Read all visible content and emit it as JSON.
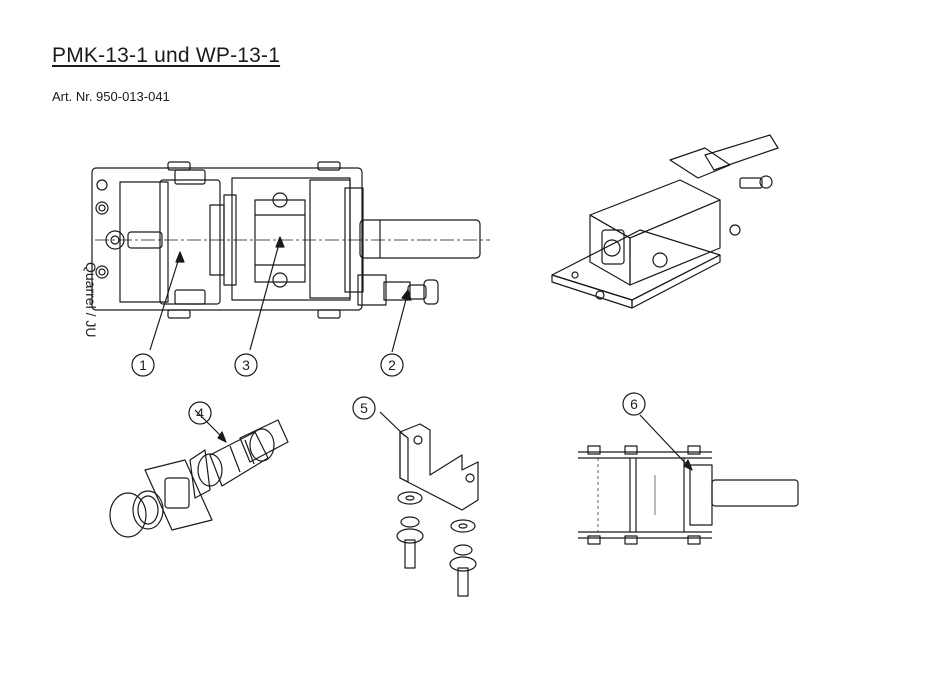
{
  "document": {
    "title": "PMK-13-1 und WP-13-1",
    "article_number": "Art. Nr. 950-013-041"
  },
  "callouts": [
    {
      "number": "1",
      "label": "1"
    },
    {
      "number": "2",
      "label": "2"
    },
    {
      "number": "3",
      "label": "3"
    },
    {
      "number": "4",
      "label": "4"
    },
    {
      "number": "5",
      "label": "5"
    },
    {
      "number": "6",
      "label": "6"
    }
  ],
  "side_text": "Quarrel / JU",
  "colors": {
    "line": "#1a1a1a",
    "background": "#ffffff"
  }
}
